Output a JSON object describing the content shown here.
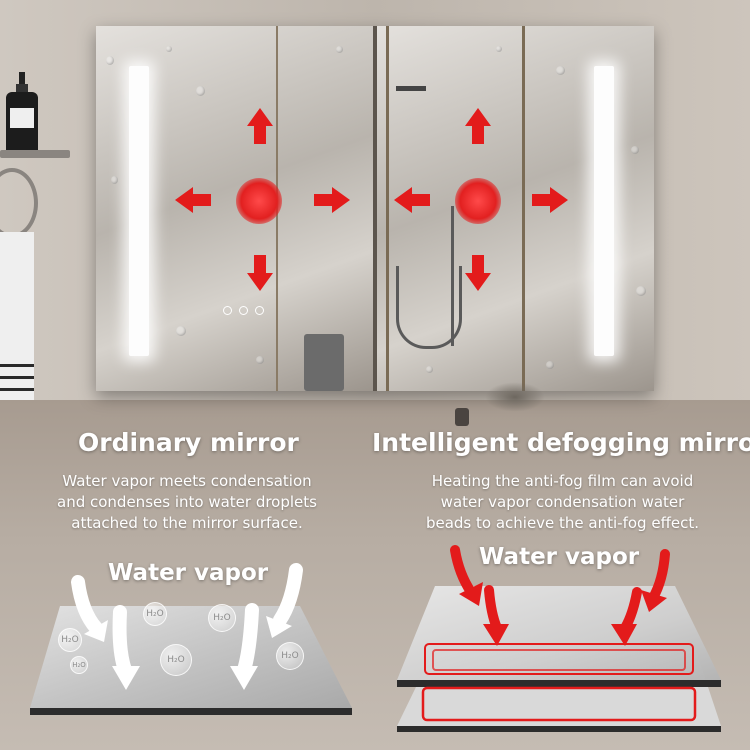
{
  "left": {
    "title": "Ordinary mirror",
    "description": [
      "Water vapor meets condensation",
      "and condenses into water droplets",
      "attached to the mirror surface."
    ],
    "vapor_label": "Water vapor",
    "molecule_label": "H₂O"
  },
  "right": {
    "title": "Intelligent defogging mirror",
    "description": [
      "Heating the anti-fog film can avoid",
      "water vapor condensation water",
      "beads to achieve the anti-fog effect."
    ],
    "vapor_label": "Water vapor"
  },
  "colors": {
    "heat_red": "#e31b1b",
    "text": "#ffffff",
    "arrow_white": "#ffffff"
  }
}
